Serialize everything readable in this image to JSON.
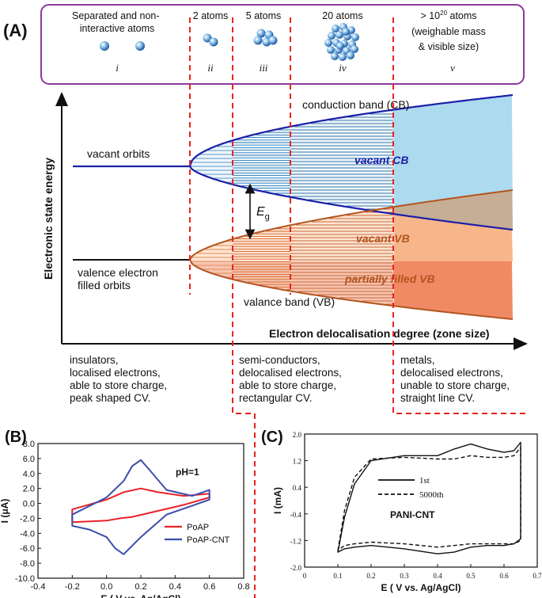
{
  "panels": {
    "a": "(A)",
    "b": "(B)",
    "c": "(C)"
  },
  "stages": [
    {
      "title": "Separated and non-\ninteractive atoms",
      "roman": "i"
    },
    {
      "title": "2 atoms",
      "roman": "ii"
    },
    {
      "title": "5 atoms",
      "roman": "iii"
    },
    {
      "title": "20 atoms",
      "roman": "iv"
    },
    {
      "title_prefix": "> 10",
      "title_sup": "20",
      "title_suffix": " atoms",
      "title_line2": "(weighable mass",
      "title_line3": "& visible size)",
      "roman": "v"
    }
  ],
  "band_diagram": {
    "y_axis_label": "Electronic state energy",
    "x_axis_label": "Electron delocalisation degree (zone size)",
    "vacant_orbits": "vacant orbits",
    "valence_line1": "valence electron",
    "valence_line2": "filled orbits",
    "conduction_band": "conduction band (CB)",
    "vacant_cb": "vacant CB",
    "vacant_vb": "vacant VB",
    "partially_filled_vb": "partially filled VB",
    "valance_band": "valance band (VB)",
    "eg_main": "E",
    "eg_sub": "g"
  },
  "categories": [
    {
      "lines": [
        "insulators,",
        "localised electrons,",
        "able to store charge,",
        "peak shaped CV."
      ]
    },
    {
      "lines": [
        "semi-conductors,",
        "delocalised electrons,",
        "able to store charge,",
        "rectangular CV."
      ]
    },
    {
      "lines": [
        "metals,",
        "delocalised electrons,",
        "unable to store charge,",
        "straight line CV."
      ]
    }
  ],
  "colors": {
    "frame": "#8a3a9a",
    "dashed": "#e8231c",
    "cb_line": "#1b1fa8",
    "vb_line": "#b3541e",
    "cb_fill": "#acdbef",
    "cb_hatch": "#2a7ab8",
    "vb_fill": "#f7b68a",
    "vb_partial": "#f08a65",
    "vb_hatch": "#d8652a",
    "poap": "#e8232a",
    "poap_cnt": "#3a4eab"
  },
  "chart_data": [
    {
      "type": "line",
      "panel": "B",
      "annotation": "pH=1",
      "ylabel": "I (μA)",
      "xlabel": "E ( V vs. Ag/AgCl)",
      "xlim": [
        -0.4,
        0.8
      ],
      "ylim": [
        -10.0,
        8.0
      ],
      "x_ticks": [
        "-0.4",
        "-0.2",
        "0.0",
        "0.2",
        "0.4",
        "0.6",
        "0.8"
      ],
      "y_ticks": [
        "8.0",
        "6.0",
        "4.0",
        "2.0",
        "0.0",
        "-2.0",
        "-4.0",
        "-6.0",
        "-8.0",
        "-10.0"
      ],
      "series": [
        {
          "name": "PoAP",
          "x": [
            -0.2,
            0.0,
            0.1,
            0.2,
            0.3,
            0.45,
            0.6,
            0.6,
            0.45,
            0.3,
            0.15,
            0.08,
            0.0,
            -0.2
          ],
          "y": [
            -0.8,
            0.5,
            1.5,
            2.0,
            1.5,
            1.0,
            1.3,
            0.8,
            -0.2,
            -1.0,
            -1.8,
            -2.0,
            -2.3,
            -2.5
          ]
        },
        {
          "name": "PoAP-CNT",
          "x": [
            -0.2,
            0.0,
            0.1,
            0.15,
            0.2,
            0.25,
            0.35,
            0.5,
            0.6,
            0.6,
            0.5,
            0.35,
            0.2,
            0.1,
            0.05,
            0.0,
            -0.1,
            -0.2
          ],
          "y": [
            -1.5,
            0.8,
            3.0,
            5.0,
            5.8,
            4.5,
            1.8,
            1.0,
            1.8,
            0.5,
            -0.3,
            -1.5,
            -4.5,
            -6.8,
            -6.0,
            -4.5,
            -3.5,
            -3.0
          ]
        }
      ]
    },
    {
      "type": "line",
      "panel": "C",
      "annotation": "PANI-CNT",
      "ylabel": "I (mA)",
      "xlabel": "E ( V vs. Ag/AgCl)",
      "xlim": [
        0.0,
        0.7
      ],
      "ylim": [
        -2.0,
        2.0
      ],
      "x_ticks": [
        "0",
        "0.1",
        "0.2",
        "0.3",
        "0.4",
        "0.5",
        "0.6",
        "0.7"
      ],
      "y_ticks": [
        "2.0",
        "1.2",
        "0.4",
        "-0.4",
        "-1.2",
        "-2.0"
      ],
      "series": [
        {
          "name": "1st",
          "x": [
            0.1,
            0.12,
            0.15,
            0.2,
            0.3,
            0.4,
            0.45,
            0.5,
            0.55,
            0.6,
            0.63,
            0.65,
            0.65,
            0.63,
            0.6,
            0.55,
            0.5,
            0.45,
            0.4,
            0.3,
            0.2,
            0.15,
            0.12,
            0.1
          ],
          "y": [
            -1.55,
            -0.5,
            0.5,
            1.2,
            1.35,
            1.35,
            1.55,
            1.7,
            1.55,
            1.45,
            1.5,
            1.75,
            -1.15,
            -1.3,
            -1.35,
            -1.35,
            -1.4,
            -1.55,
            -1.6,
            -1.45,
            -1.35,
            -1.4,
            -1.45,
            -1.55
          ]
        },
        {
          "name": "5000th",
          "x": [
            0.1,
            0.12,
            0.15,
            0.2,
            0.3,
            0.4,
            0.45,
            0.5,
            0.55,
            0.6,
            0.63,
            0.65,
            0.65,
            0.63,
            0.6,
            0.55,
            0.5,
            0.45,
            0.4,
            0.3,
            0.2,
            0.15,
            0.12,
            0.1
          ],
          "y": [
            -1.5,
            -0.3,
            0.7,
            1.25,
            1.3,
            1.25,
            1.25,
            1.35,
            1.3,
            1.3,
            1.35,
            1.6,
            -1.2,
            -1.3,
            -1.3,
            -1.3,
            -1.3,
            -1.35,
            -1.4,
            -1.3,
            -1.25,
            -1.3,
            -1.35,
            -1.5
          ]
        }
      ]
    }
  ]
}
